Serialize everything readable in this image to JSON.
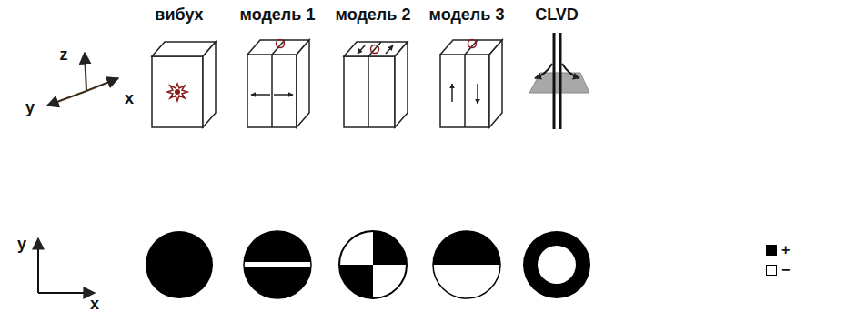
{
  "diagram": {
    "labels": [
      "вибух",
      "модель 1",
      "модель 2",
      "модель 3",
      "CLVD",
      "z",
      "y",
      "x",
      "y",
      "x"
    ],
    "legend": [
      {
        "text": "+",
        "color": "#000000"
      },
      {
        "text": "−",
        "color": "#ffffff"
      }
    ]
  }
}
